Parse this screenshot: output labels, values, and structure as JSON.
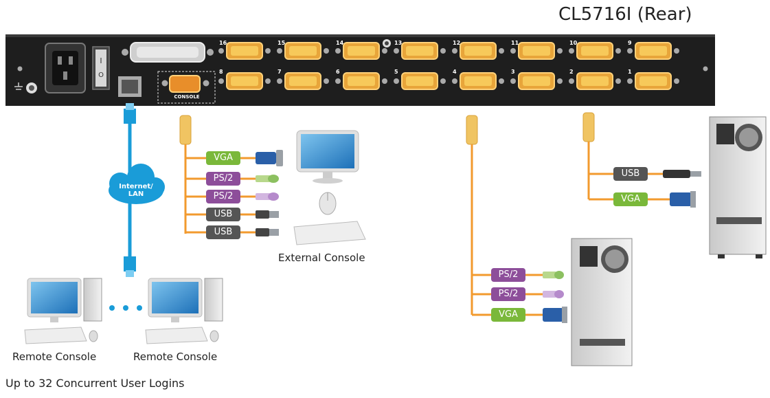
{
  "title": "CL5716I (Rear)",
  "panel": {
    "port_numbers_top": [
      "16",
      "15",
      "14",
      "13",
      "12",
      "11",
      "10",
      "9"
    ],
    "port_numbers_bottom": [
      "8",
      "7",
      "6",
      "5",
      "4",
      "3",
      "2",
      "1"
    ],
    "console_label": "CONSOLE"
  },
  "network": {
    "cloud_label_line1": "Internet/",
    "cloud_label_line2": "LAN"
  },
  "external_console": {
    "caption": "External Console",
    "connectors": [
      "VGA",
      "PS/2",
      "PS/2",
      "USB",
      "USB"
    ]
  },
  "server_usb": {
    "connectors": [
      "USB",
      "VGA"
    ]
  },
  "server_ps2": {
    "connectors": [
      "PS/2",
      "PS/2",
      "VGA"
    ]
  },
  "remote_consoles": {
    "captions": [
      "Remote Console",
      "Remote Console"
    ]
  },
  "footer": "Up to 32 Concurrent User Logins",
  "colors": {
    "cable": "#f29a2e",
    "vga": "#7ab83a",
    "ps2": "#8d4e9a",
    "usb": "#555555",
    "panel": "#1e1e1e"
  }
}
